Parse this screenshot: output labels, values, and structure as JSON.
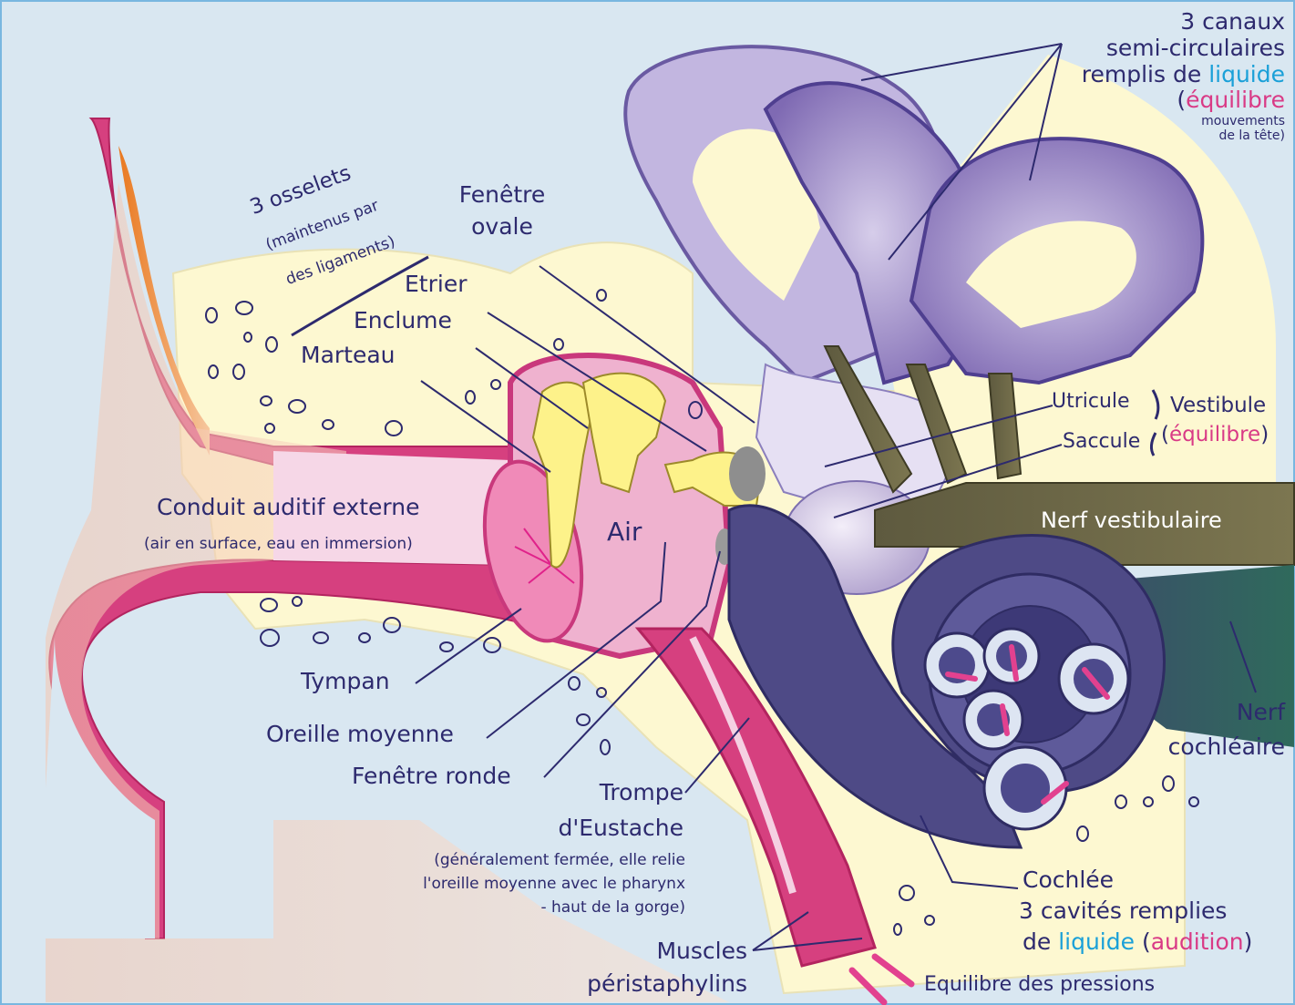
{
  "colors": {
    "background": "#d9e7f1",
    "label_text": "#2d2a6e",
    "liquid_blue": "#1aa0d8",
    "function_pink": "#d93a86",
    "nerve_white": "#ffffff"
  },
  "labels": {
    "canals_line1": "3 canaux",
    "canals_line2": "semi-circulaires",
    "canals_line3a": "remplis de ",
    "canals_line3b": "liquide",
    "canals_line4a": "(",
    "canals_line4b": "équilibre",
    "canals_line5": "mouvements",
    "canals_line6": "de la tête)",
    "ossicles_line1": "3 osselets",
    "ossicles_line2": "(maintenus par",
    "ossicles_line3": "des ligaments)",
    "oval_window_line1": "Fenêtre",
    "oval_window_line2": "ovale",
    "stapes": "Etrier",
    "incus": "Enclume",
    "malleus": "Marteau",
    "utricle": "Utricule",
    "saccule": "Saccule",
    "vestibule_line1": "Vestibule",
    "vestibule_line2a": "(",
    "vestibule_line2b": "équilibre",
    "vestibule_line2c": ")",
    "vestibular_nerve": "Nerf vestibulaire",
    "ear_canal_line1": "Conduit auditif externe",
    "ear_canal_line2": "(air en surface, eau en immersion)",
    "air": "Air",
    "eardrum": "Tympan",
    "middle_ear": "Oreille moyenne",
    "round_window": "Fenêtre ronde",
    "eustachian_line1": "Trompe",
    "eustachian_line2": "d'Eustache",
    "eustachian_line3": "(généralement fermée, elle relie",
    "eustachian_line4": "l'oreille moyenne avec le pharynx",
    "eustachian_line5": "- haut  de la gorge)",
    "cochlear_nerve_line1": "Nerf",
    "cochlear_nerve_line2": "cochléaire",
    "cochlea_line1": "Cochlée",
    "cochlea_line2": "3 cavités remplies",
    "cochlea_line3a": "de ",
    "cochlea_line3b": "liquide",
    "cochlea_line3c": " (",
    "cochlea_line3d": "audition",
    "cochlea_line3e": ")",
    "muscles_line1": "Muscles",
    "muscles_line2": "péristaphylins",
    "pressure_balance": "Equilibre des pressions"
  }
}
